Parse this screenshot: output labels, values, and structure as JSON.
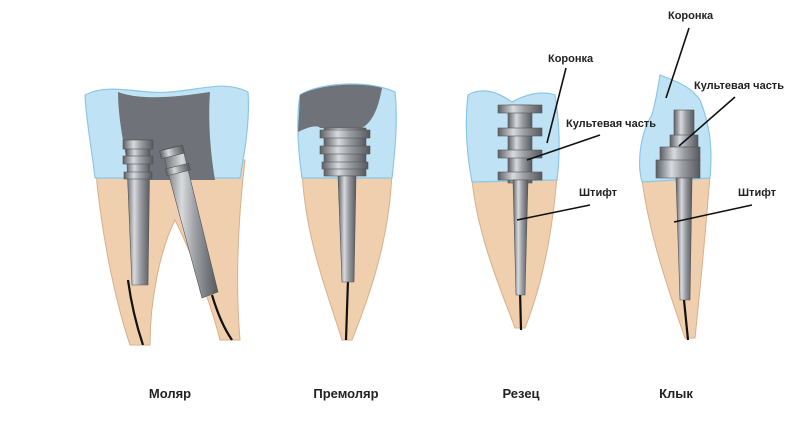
{
  "title": "Штифтовые конструкции в зубах",
  "teeth": [
    {
      "name": "Моляр"
    },
    {
      "name": "Премоляр"
    },
    {
      "name": "Резец"
    },
    {
      "name": "Клык"
    }
  ],
  "callouts": {
    "incisor": {
      "crown": "Коронка",
      "core": "Культевая часть",
      "post": "Штифт"
    },
    "canine": {
      "crown": "Коронка",
      "core": "Культевая часть",
      "post": "Штифт"
    }
  },
  "colors": {
    "enamel": "#bfe3f5",
    "dentin": "#efcfae",
    "metal": "#8a8d92",
    "canal": "#111111"
  }
}
